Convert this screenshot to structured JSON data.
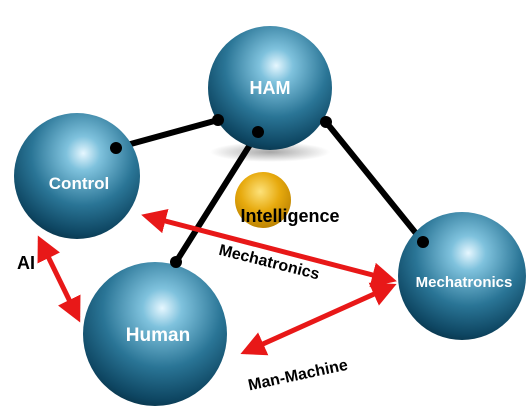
{
  "nodes": {
    "ham": {
      "label": "HAM"
    },
    "control": {
      "label": "Control"
    },
    "human": {
      "label": "Human"
    },
    "mechatronics": {
      "label": "Mechatronics"
    },
    "intelligence": {
      "label": "Intelligence"
    }
  },
  "edges": {
    "mechatronics": {
      "label": "Mechatronics"
    },
    "man_machine": {
      "label": "Man-Machine"
    },
    "ai": {
      "label": "AI"
    }
  },
  "colors": {
    "sphere_dark": "#0b3a50",
    "sphere_mid": "#2c7fa0",
    "sphere_light": "#d8f2ff",
    "arrow_red": "#e81818",
    "intelligence_gold": "#e0a400",
    "connector": "#000000"
  }
}
